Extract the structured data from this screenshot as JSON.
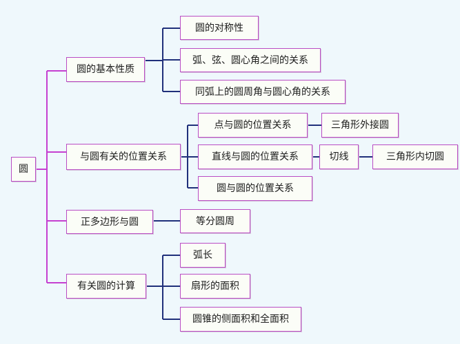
{
  "colors": {
    "background": "#eff8fc",
    "node_fill": "#fbfdf7",
    "node_border": "#b94cc4",
    "connector_magenta": "#c53fd0",
    "connector_navy": "#1f2f7a"
  },
  "diagram": {
    "root": "圆",
    "branches": [
      {
        "label": "圆的基本性质",
        "children": [
          "圆的对称性",
          "弧、弦、圆心角之间的关系",
          "同弧上的圆周角与圆心角的关系"
        ]
      },
      {
        "label": "与圆有关的位置关系",
        "children": [
          {
            "label": "点与圆的位置关系",
            "next": [
              "三角形外接圆"
            ]
          },
          {
            "label": "直线与圆的位置关系",
            "next": [
              "切线",
              "三角形内切圆"
            ]
          },
          {
            "label": "圆与圆的位置关系"
          }
        ]
      },
      {
        "label": "正多边形与圆",
        "children": [
          "等分圆周"
        ]
      },
      {
        "label": "有关圆的计算",
        "children": [
          "弧长",
          "扇形的面积",
          "圆锥的侧面积和全面积"
        ]
      }
    ]
  }
}
